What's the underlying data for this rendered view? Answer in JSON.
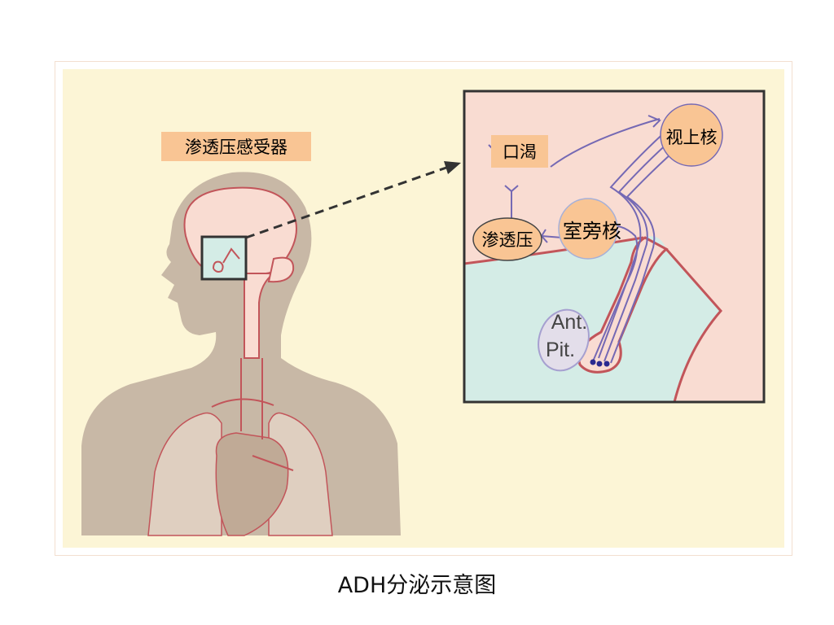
{
  "colors": {
    "background": "#fcf5d6",
    "body": "#c8b8a6",
    "brain": "#f9dcd2",
    "ventricle": "#d4ece6",
    "vessel": "#c2555a",
    "neuron": "#7569b4",
    "nucleus": "#f9c594",
    "lobe": "#e3deea"
  },
  "labels": {
    "osmoreceptor": "渗透压感受器",
    "thirst": "口渴",
    "supraoptic": "视上核",
    "paraventricular": "室旁核",
    "osmotic_pressure": "渗透压",
    "ant_pit_line1": "Ant.",
    "ant_pit_line2": "Pit."
  },
  "caption": "ADH分泌示意图"
}
